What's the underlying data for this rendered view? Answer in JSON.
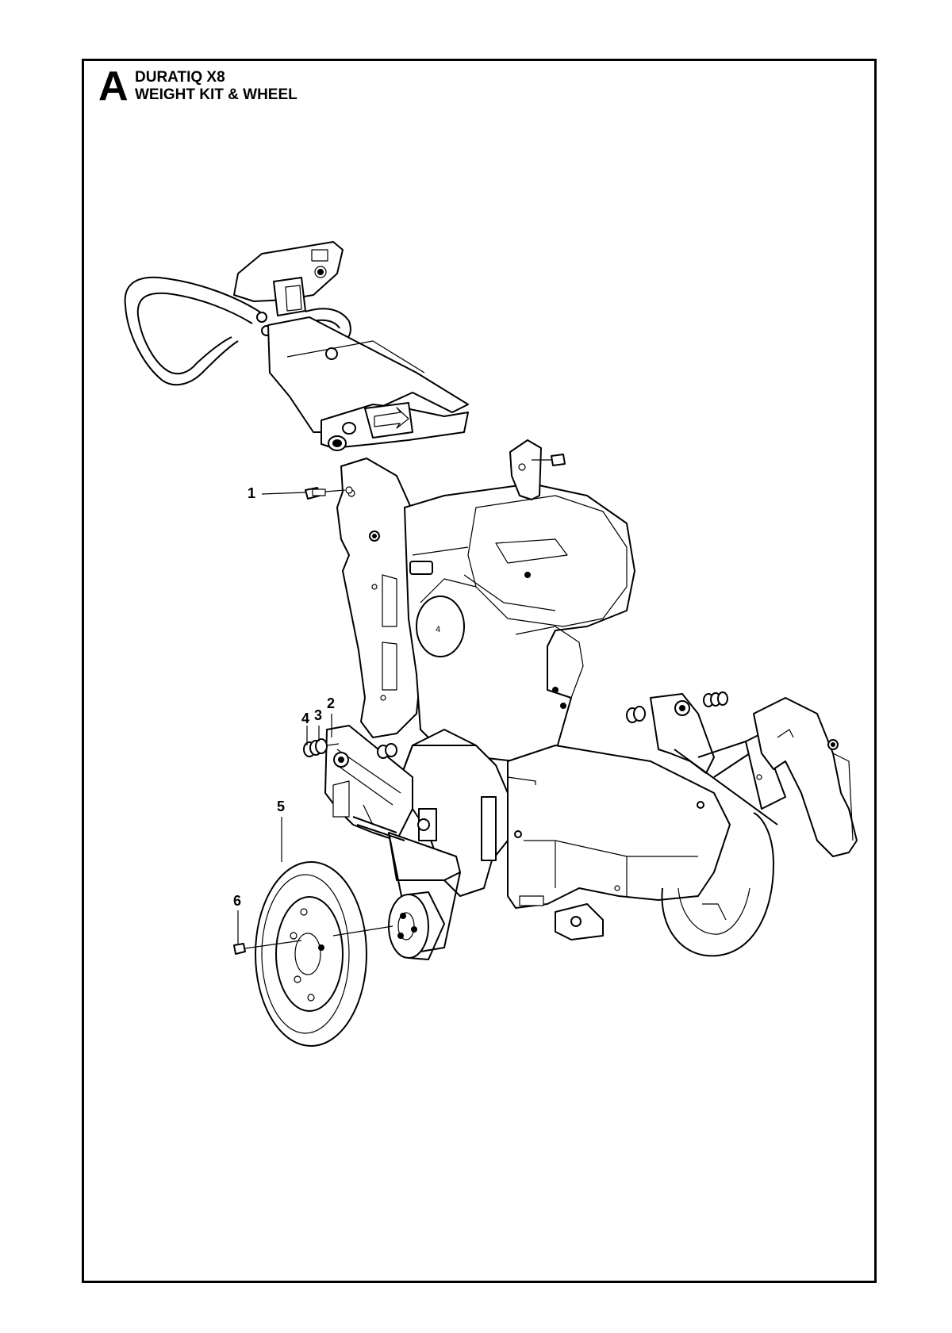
{
  "header": {
    "section_letter": "A",
    "model": "DURATIQ X8",
    "assembly": "WEIGHT KIT & WHEEL"
  },
  "callouts": [
    {
      "id": "c1",
      "label": "1"
    },
    {
      "id": "c2",
      "label": "2"
    },
    {
      "id": "c3",
      "label": "3"
    },
    {
      "id": "c4",
      "label": "4"
    },
    {
      "id": "c5",
      "label": "5"
    },
    {
      "id": "c6",
      "label": "6"
    }
  ],
  "embossed_mark": "4"
}
